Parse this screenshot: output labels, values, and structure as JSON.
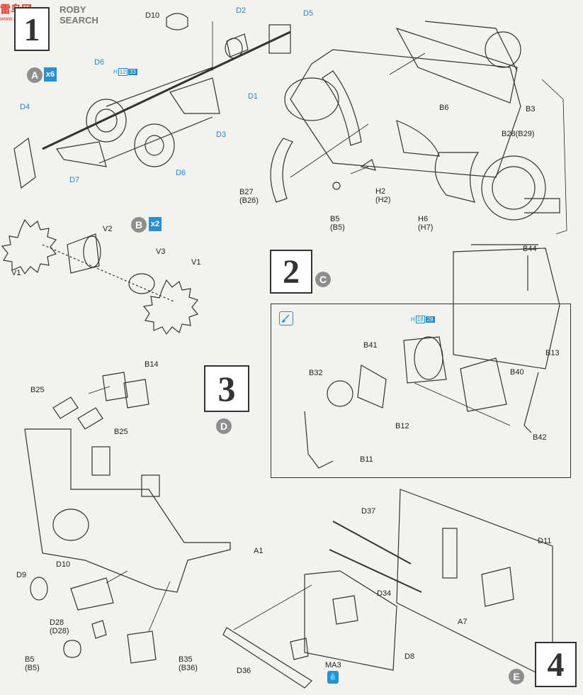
{
  "watermark": {
    "cn": "雷鸟网",
    "en": "ROBY SEARCH",
    "url": "www.shoo.com"
  },
  "steps": [
    {
      "num": "1",
      "sub": ""
    },
    {
      "num": "2",
      "sub": "C"
    },
    {
      "num": "3",
      "sub": "D"
    },
    {
      "num": "4",
      "sub": "E"
    }
  ],
  "subassemblies": [
    {
      "letter": "A",
      "multiplier": "x6"
    },
    {
      "letter": "B",
      "multiplier": "x2"
    }
  ],
  "paint_refs": [
    {
      "h": "H",
      "a": "12",
      "b": "33"
    },
    {
      "h": "H",
      "a": "18",
      "b": "28"
    }
  ],
  "paint_marker": "MA3",
  "labels": {
    "d10_top": "D10",
    "d2": "D2",
    "d5": "D5",
    "d6_top": "D6",
    "d1": "D1",
    "d4": "D4",
    "d3": "D3",
    "d7": "D7",
    "d6_bot": "D6",
    "b6": "B6",
    "b3": "B3",
    "b28": "B28(B29)",
    "b27": "B27",
    "b26": "(B26)",
    "h2": "H2",
    "h2b": "(H2)",
    "b5_top": "B5",
    "b5_topb": "(B5)",
    "h6": "H6",
    "h7": "(H7)",
    "v2": "V2",
    "v1_left": "V1",
    "v3": "V3",
    "v1_right": "V1",
    "b44": "B44",
    "b13": "B13",
    "b41": "B41",
    "b32": "B32",
    "b40": "B40",
    "b12": "B12",
    "b42": "B42",
    "b11": "B11",
    "b14": "B14",
    "b25_a": "B25",
    "b25_b": "B25",
    "a1": "A1",
    "d9": "D9",
    "d10_bot": "D10",
    "d28": "D28",
    "d28b": "(D28)",
    "b5_bot": "B5",
    "b5_botb": "(B5)",
    "b35": "B35",
    "b36": "(B36)",
    "d37": "D37",
    "d11": "D11",
    "d34": "D34",
    "a7": "A7",
    "d8": "D8",
    "d36": "D36"
  }
}
